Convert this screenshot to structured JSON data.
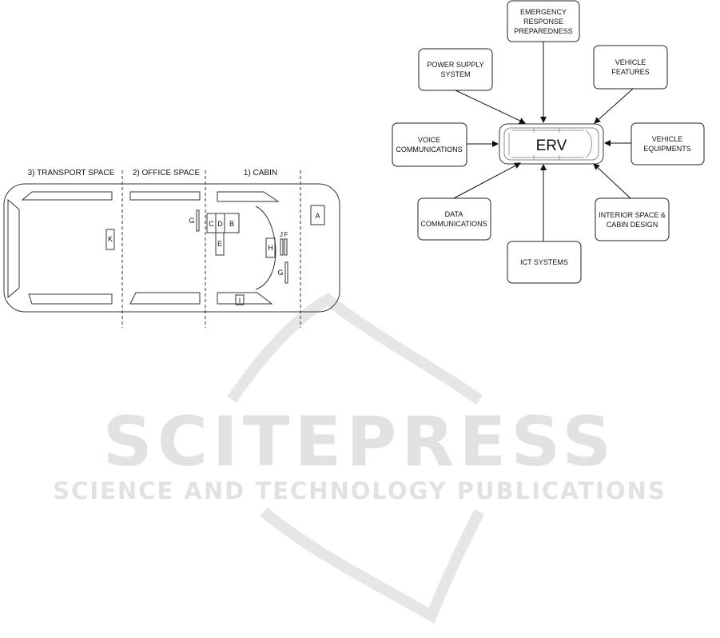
{
  "watermark": {
    "main": "SCITEPRESS",
    "sub": "SCIENCE AND TECHNOLOGY PUBLICATIONS"
  },
  "layout_figure": {
    "zones": {
      "transport": "3) TRANSPORT SPACE",
      "office": "2) OFFICE SPACE",
      "cabin": "1) CABIN"
    },
    "markers": {
      "a": "A",
      "b": "B",
      "c": "C",
      "d": "D",
      "e": "E",
      "f": "F",
      "g_office": "G",
      "g_cabin": "G",
      "h": "H",
      "i": "I",
      "j": "J",
      "k": "K"
    }
  },
  "erv_diagram": {
    "center": "ERV",
    "nodes": {
      "emergency": [
        "EMERGENCY",
        "RESPONSE",
        "PREPAREDNESS"
      ],
      "power": [
        "POWER SUPPLY",
        "SYSTEM"
      ],
      "features": [
        "VEHICLE",
        "FEATURES"
      ],
      "voice": [
        "VOICE",
        "COMMUNICATIONS"
      ],
      "equipments": [
        "VEHICLE",
        "EQUIPMENTS"
      ],
      "data": [
        "DATA",
        "COMMUNICATIONS"
      ],
      "interior": [
        "INTERIOR SPACE &",
        "CABIN DESIGN"
      ],
      "ict": [
        "ICT SYSTEMS"
      ]
    }
  }
}
